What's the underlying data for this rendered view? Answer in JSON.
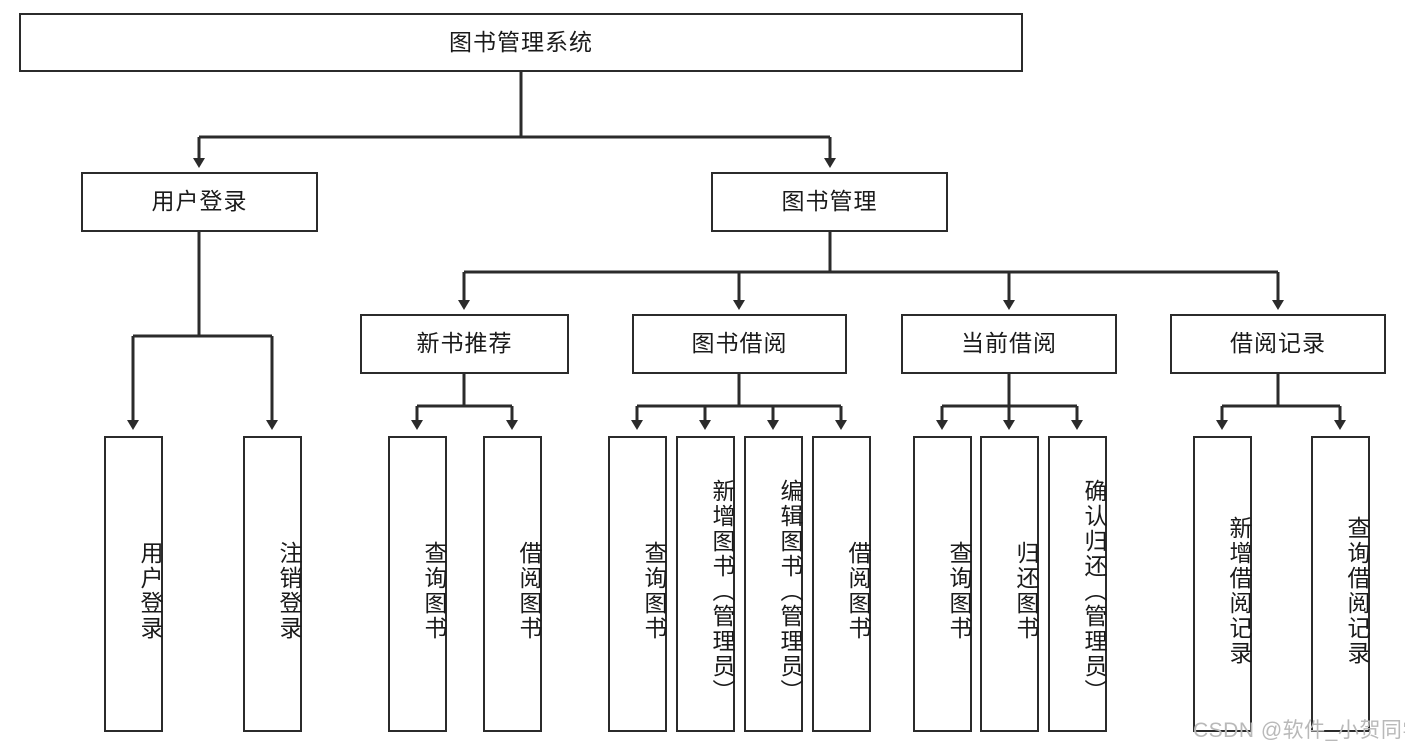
{
  "diagram": {
    "type": "tree",
    "title": "图书管理系统",
    "root": {
      "label": "图书管理系统"
    },
    "level2": [
      {
        "label": "用户登录"
      },
      {
        "label": "图书管理"
      }
    ],
    "level3": [
      {
        "label": "新书推荐"
      },
      {
        "label": "图书借阅"
      },
      {
        "label": "当前借阅"
      },
      {
        "label": "借阅记录"
      }
    ],
    "leaves": {
      "user_login": [
        {
          "label": "用户登录"
        },
        {
          "label": "注销登录"
        }
      ],
      "new_book_recommend": [
        {
          "label": "查询图书"
        },
        {
          "label": "借阅图书"
        }
      ],
      "book_borrow": [
        {
          "label": "查询图书"
        },
        {
          "label": "新增图书（管理员）"
        },
        {
          "label": "编辑图书（管理员）"
        },
        {
          "label": "借阅图书"
        }
      ],
      "current_borrow": [
        {
          "label": "查询图书"
        },
        {
          "label": "归还图书"
        },
        {
          "label": "确认归还（管理员）"
        }
      ],
      "borrow_records": [
        {
          "label": "新增借阅记录"
        },
        {
          "label": "查询借阅记录"
        }
      ]
    },
    "colors": {
      "stroke": "#2b2b2b",
      "fill": "#ffffff",
      "text": "#1a1a1a",
      "watermark": "#b9b9b9"
    }
  },
  "watermark": {
    "text": "CSDN @软件_小贺同学"
  }
}
